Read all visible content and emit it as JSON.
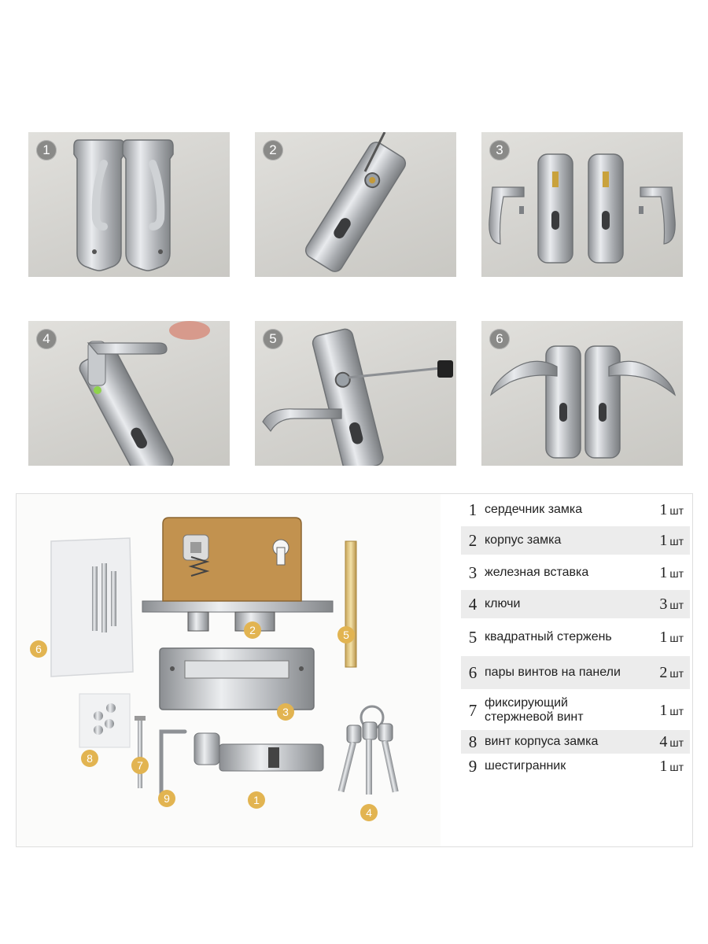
{
  "steps": [
    {
      "number": "1"
    },
    {
      "number": "2"
    },
    {
      "number": "3"
    },
    {
      "number": "4"
    },
    {
      "number": "5"
    },
    {
      "number": "6"
    }
  ],
  "parts_photo": {
    "badges": [
      "1",
      "2",
      "3",
      "4",
      "5",
      "6",
      "7",
      "8",
      "9"
    ]
  },
  "parts_list": {
    "unit": "шт",
    "items": [
      {
        "number": "1",
        "name": "сердечник замка",
        "qty": "1"
      },
      {
        "number": "2",
        "name": "корпус замка",
        "qty": "1"
      },
      {
        "number": "3",
        "name": "железная вставка",
        "qty": "1"
      },
      {
        "number": "4",
        "name": "ключи",
        "qty": "3"
      },
      {
        "number": "5",
        "name": "квадратный стержень",
        "qty": "1"
      },
      {
        "number": "6",
        "name": "пары винтов на панели",
        "qty": "2"
      },
      {
        "number": "7",
        "name": "фиксирующий стержневой винт",
        "qty": "1"
      },
      {
        "number": "8",
        "name": "винт корпуса замка",
        "qty": "4"
      },
      {
        "number": "9",
        "name": "шестигранник",
        "qty": "1"
      }
    ]
  },
  "colors": {
    "badge": "#e2b451",
    "step_badge": "#8a8a88",
    "row_shade": "#ececec",
    "lock_body": "#c2924f",
    "chrome": "#b9bcc0"
  }
}
